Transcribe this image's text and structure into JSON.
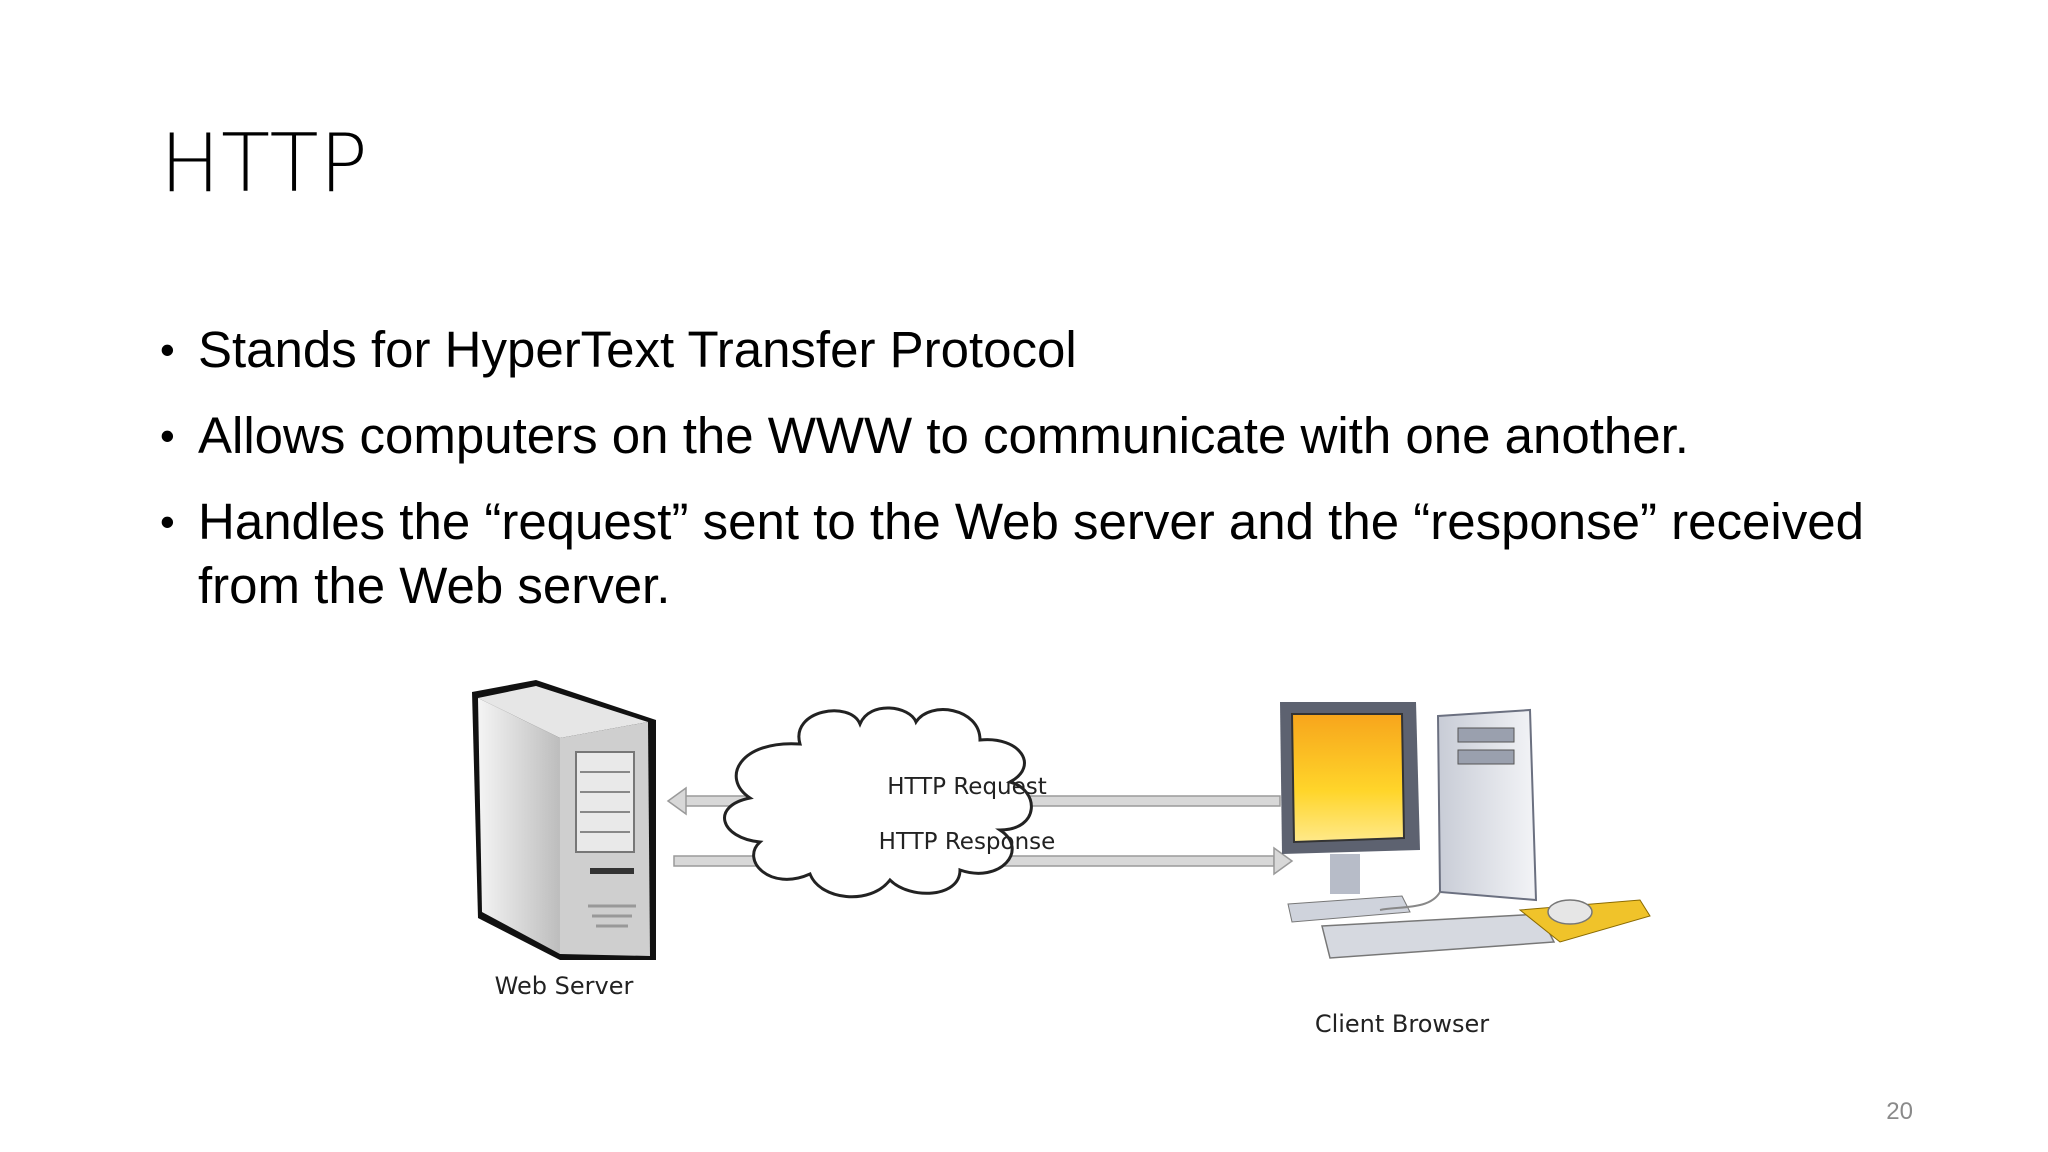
{
  "slide": {
    "title": "HTTP",
    "bullets": [
      "Stands for HyperText Transfer Protocol",
      "Allows computers on the WWW to communicate with one another.",
      "Handles the “request” sent to the Web server and the “response” received from the Web server."
    ],
    "page_number": "20"
  },
  "diagram": {
    "server_label": "Web Server",
    "client_label": "Client Browser",
    "request_label": "HTTP Request",
    "response_label": "HTTP Response"
  }
}
